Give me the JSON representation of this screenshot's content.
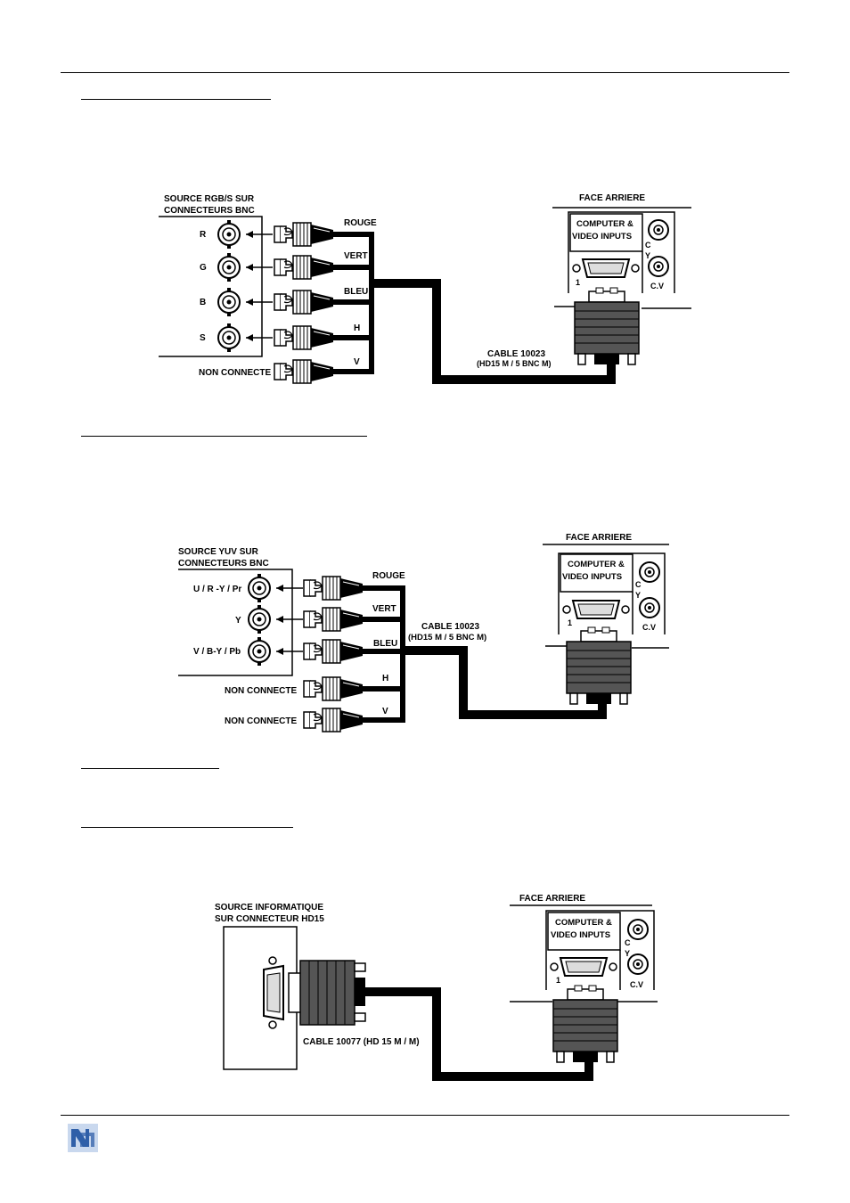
{
  "diagram1": {
    "source_title": [
      "SOURCE RGB/S  SUR",
      "CONNECTEURS BNC"
    ],
    "ports": [
      "R",
      "G",
      "B",
      "S"
    ],
    "non_connected": "NON CONNECTE",
    "wires": [
      "ROUGE",
      "VERT",
      "BLEU",
      "H",
      "V"
    ],
    "cable": [
      "CABLE 10023",
      "(HD15 M /  5 BNC M)"
    ],
    "rear_title": "FACE ARRIERE",
    "panel_label": [
      "COMPUTER &",
      "VIDEO INPUTS"
    ],
    "panel_c": "C",
    "panel_y": "Y",
    "panel_cv": "C.V",
    "panel_port_num": "1"
  },
  "diagram2": {
    "source_title": [
      "SOURCE YUV SUR",
      "CONNECTEURS BNC"
    ],
    "ports": [
      "U / R -Y / Pr",
      "Y",
      "V / B-Y / Pb"
    ],
    "non_connected": [
      "NON CONNECTE",
      "NON CONNECTE"
    ],
    "wires": [
      "ROUGE",
      "VERT",
      "BLEU",
      "H",
      "V"
    ],
    "cable": [
      "CABLE  10023",
      "(HD15 M /  5 BNC M)"
    ],
    "rear_title": "FACE ARRIERE",
    "panel_label": [
      "COMPUTER &",
      "VIDEO INPUTS"
    ],
    "panel_c": "C",
    "panel_y": "Y",
    "panel_cv": "C.V",
    "panel_port_num": "1"
  },
  "diagram3": {
    "source_title": [
      "SOURCE INFORMATIQUE",
      "SUR CONNECTEUR HD15"
    ],
    "cable": "CABLE 10077 (HD 15 M / M)",
    "rear_title": "FACE ARRIERE",
    "panel_label": [
      "COMPUTER &",
      "VIDEO INPUTS"
    ],
    "panel_c": "C",
    "panel_y": "Y",
    "panel_cv": "C.V",
    "panel_port_num": "1"
  },
  "colors": {
    "ink": "#000000",
    "metal": "#555555",
    "logo_blue": "#2f5fa8",
    "logo_bg": "#c9d8ee"
  }
}
